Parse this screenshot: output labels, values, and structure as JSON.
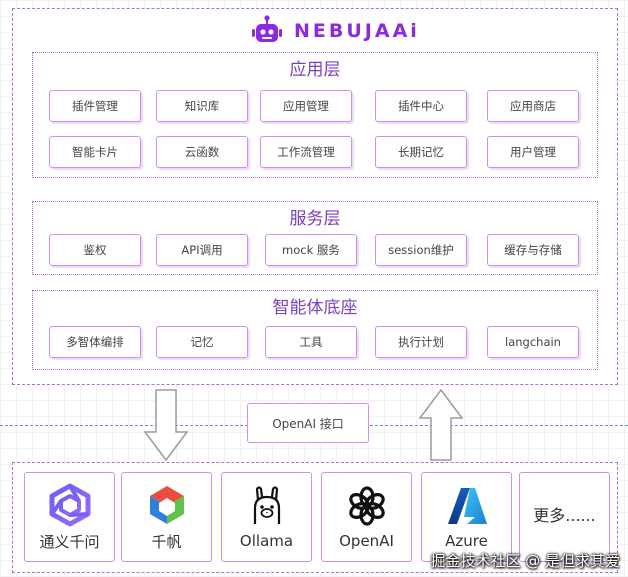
{
  "brand": {
    "name": "NEBUJAAi",
    "logo_icon": "robot-icon",
    "color": "#8a2be2"
  },
  "layers": [
    {
      "title": "应用层",
      "items": [
        "插件管理",
        "知识库",
        "应用管理",
        "插件中心",
        "应用商店",
        "智能卡片",
        "云函数",
        "工作流管理",
        "长期记忆",
        "用户管理"
      ]
    },
    {
      "title": "服务层",
      "items": [
        "鉴权",
        "API调用",
        "mock 服务",
        "session维护",
        "缓存与存储"
      ]
    },
    {
      "title": "智能体底座",
      "items": [
        "多智体编排",
        "记忆",
        "工具",
        "执行计划",
        "langchain"
      ]
    }
  ],
  "interface": {
    "label": "OpenAI 接口"
  },
  "providers": [
    {
      "label": "通义千问",
      "icon": "tongyi-icon"
    },
    {
      "label": "千帆",
      "icon": "qianfan-icon"
    },
    {
      "label": "Ollama",
      "icon": "ollama-icon"
    },
    {
      "label": "OpenAI",
      "icon": "openai-icon"
    },
    {
      "label": "Azure",
      "icon": "azure-icon"
    },
    {
      "label": "更多......",
      "icon": ""
    }
  ],
  "watermark": "掘金技术社区 @ 是但求其爱",
  "colors": {
    "accent": "#b66ae0",
    "title": "#7b3fc4",
    "separator": "#6a8fd8"
  }
}
